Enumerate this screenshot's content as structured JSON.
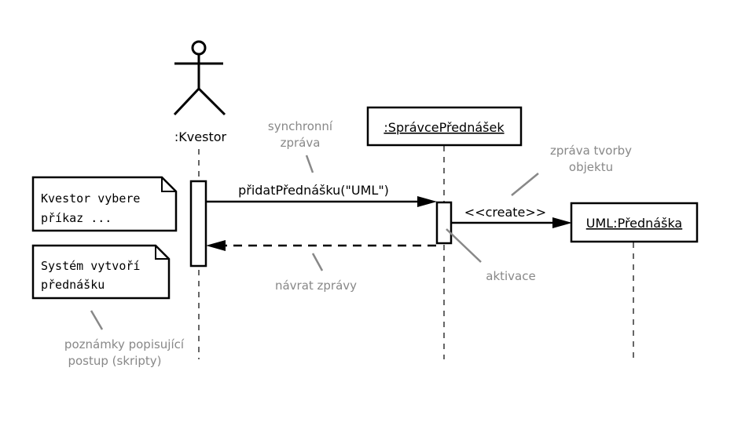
{
  "colors": {
    "line": "#000000",
    "annotation": "#888888",
    "background": "#ffffff"
  },
  "actor": {
    "icon": "stick-figure-icon",
    "label": ":Kvestor"
  },
  "objects": {
    "spravce": ":SprávcePřednášek",
    "prednaska": "UML:Přednáška"
  },
  "messages": {
    "sync": "přidatPřednášku(\"UML\")",
    "create": "<<create>>"
  },
  "notes": {
    "note1": {
      "line1": "Kvestor vybere",
      "line2": "příkaz ..."
    },
    "note2": {
      "line1": "Systém vytvoří",
      "line2": "přednášku"
    }
  },
  "annotations": {
    "sync_msg": {
      "line1": "synchronní",
      "line2": "zpráva"
    },
    "create_msg": {
      "line1": "zpráva tvorby",
      "line2": "objektu"
    },
    "return_msg": "návrat zprávy",
    "activation": "aktivace",
    "notes_desc": {
      "line1": "poznámky popisující",
      "line2": "postup (skripty)"
    }
  }
}
